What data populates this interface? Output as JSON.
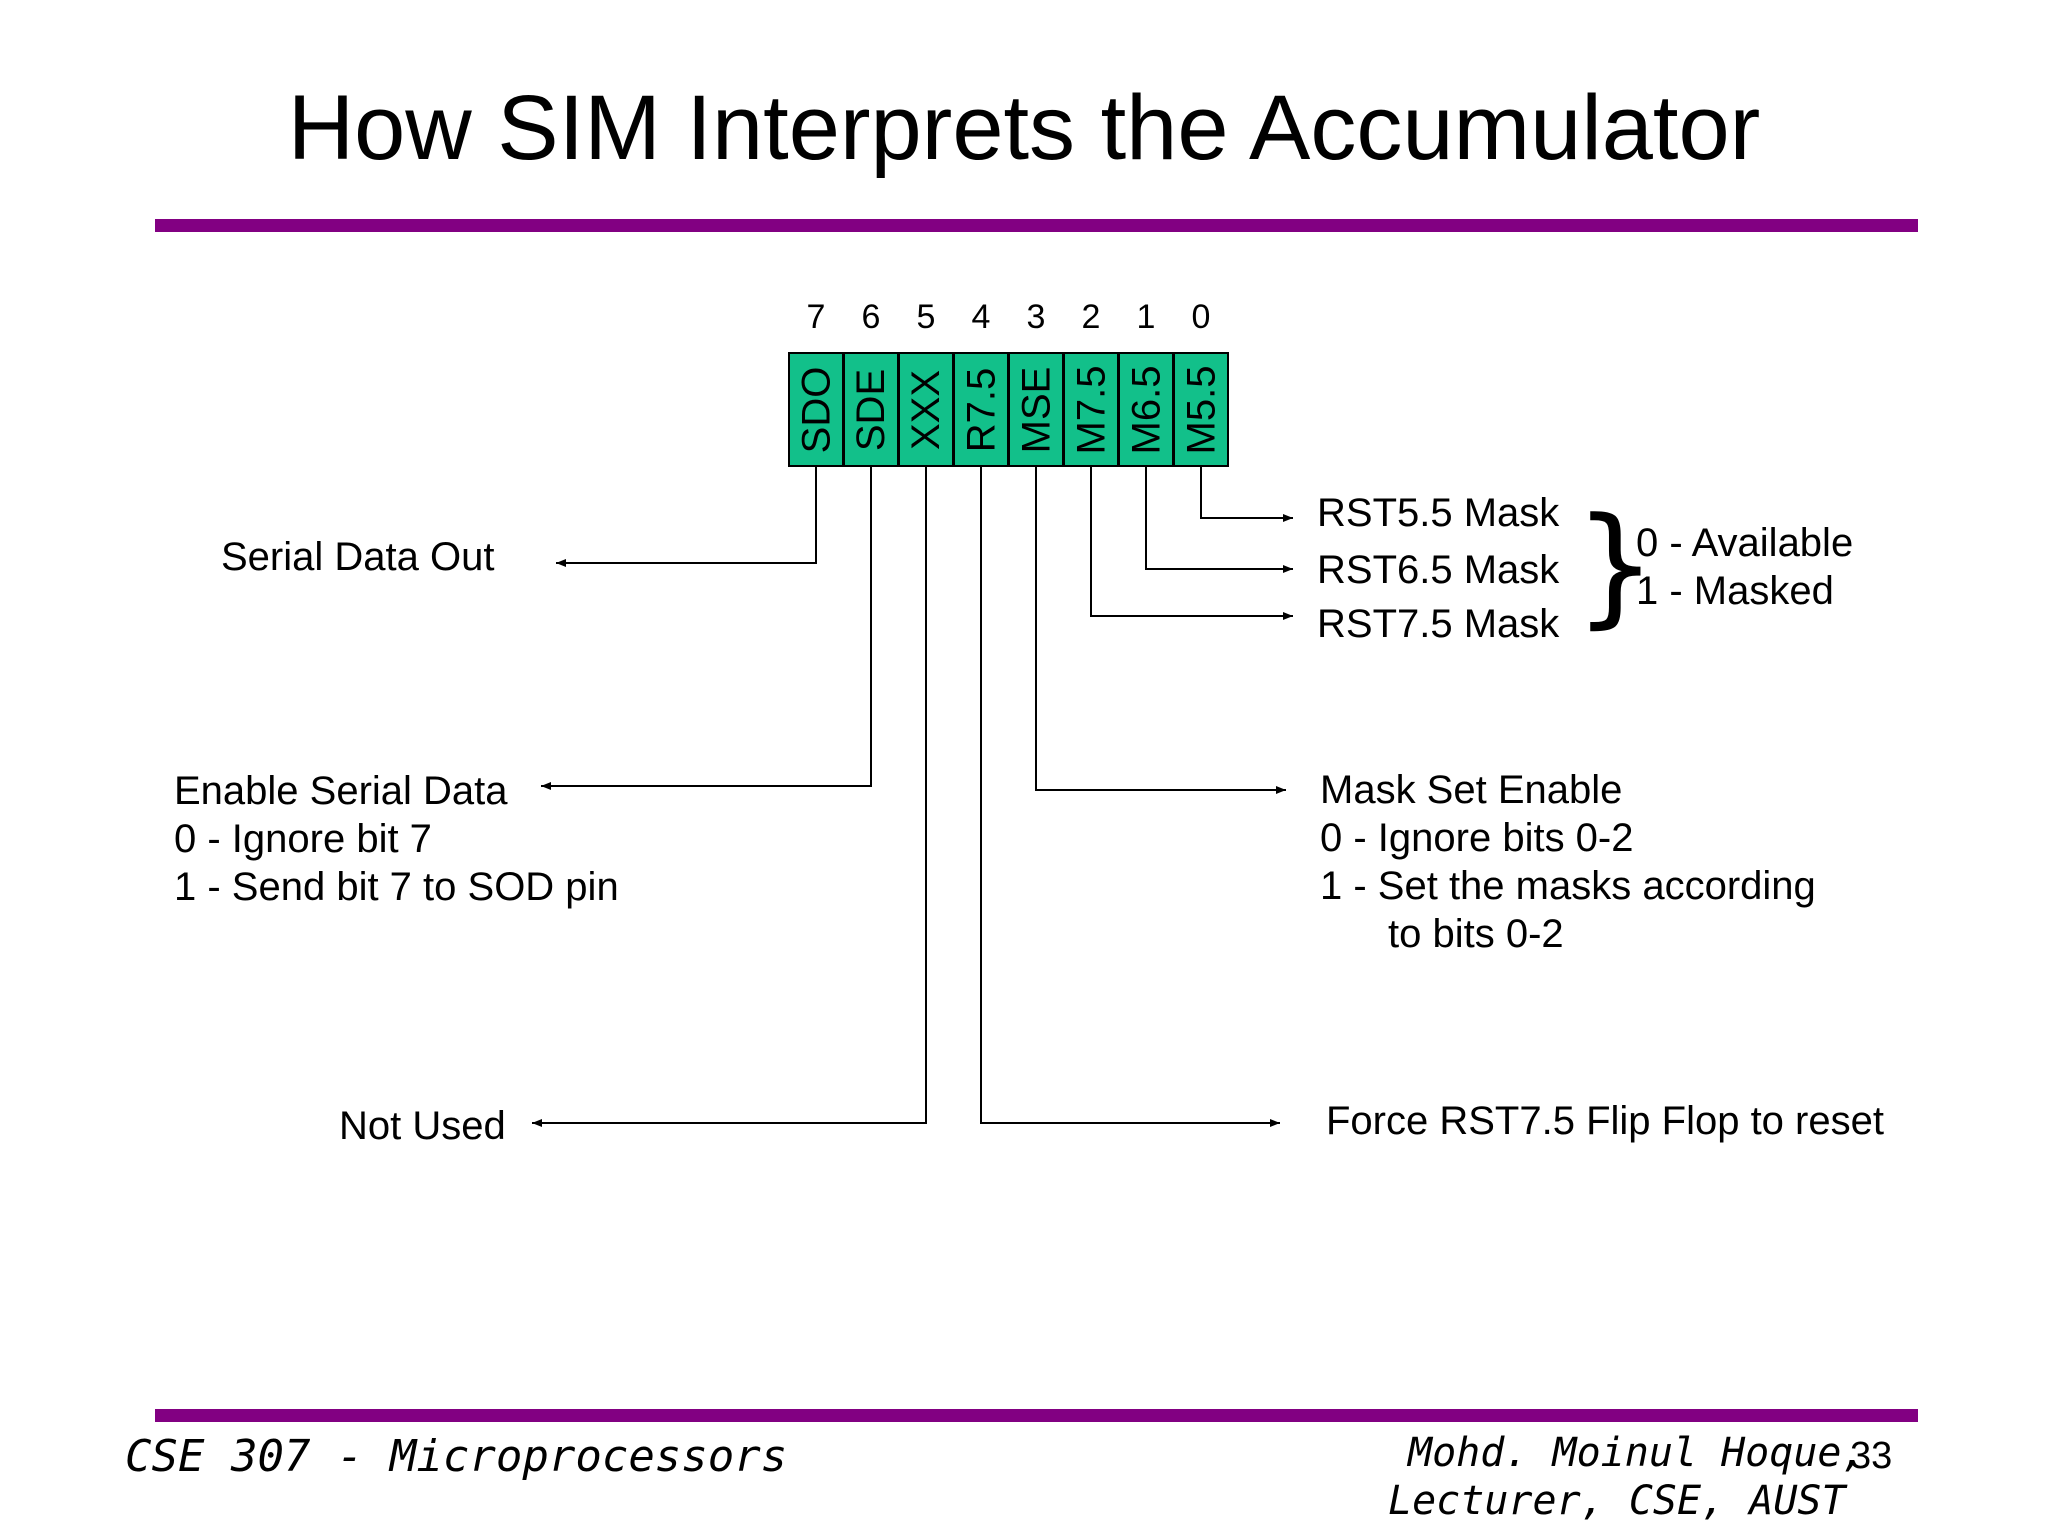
{
  "slide": {
    "title": "How SIM Interprets the Accumulator",
    "page_number": "33"
  },
  "register": {
    "bit_numbers": [
      "7",
      "6",
      "5",
      "4",
      "3",
      "2",
      "1",
      "0"
    ],
    "cells": [
      "SDO",
      "SDE",
      "XXX",
      "R7.5",
      "MSE",
      "M7.5",
      "M6.5",
      "M5.5"
    ],
    "cell_color": "#12c08a"
  },
  "labels": {
    "serial_data_out": "Serial Data Out",
    "enable_serial_data": "Enable Serial Data",
    "esd_line1": "0 - Ignore bit 7",
    "esd_line2": "1 - Send bit 7 to SOD pin",
    "not_used": "Not Used",
    "rst55_mask": "RST5.5 Mask",
    "rst65_mask": "RST6.5 Mask",
    "rst75_mask": "RST7.5 Mask",
    "available": "0 - Available",
    "masked": "1 - Masked",
    "mask_set_enable": "Mask Set Enable",
    "mse_line1": "0 - Ignore bits 0-2",
    "mse_line2": "1 - Set the masks according",
    "mse_line3": "to bits 0-2",
    "force_reset": "Force RST7.5 Flip Flop to reset"
  },
  "footer": {
    "course": "CSE 307 - Microprocessors",
    "author_line1": "Mohd. Moinul Hoque,",
    "author_line2": "Lecturer, CSE, AUST"
  },
  "colors": {
    "rule": "#820082"
  }
}
